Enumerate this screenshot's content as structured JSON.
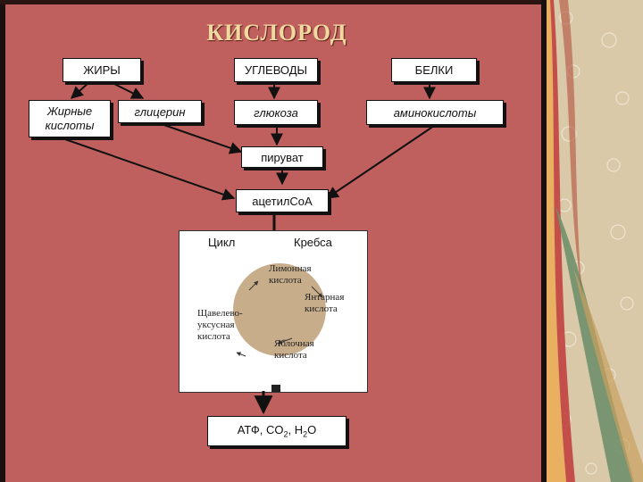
{
  "title": "КИСЛОРОД",
  "boxes": {
    "fats": "ЖИРЫ",
    "carbs": "УГЛЕВОДЫ",
    "proteins": "БЕЛКИ",
    "fatty_acids_1": "Жирные",
    "fatty_acids_2": "кислоты",
    "glycerol": "глицерин",
    "glucose": "глюкоза",
    "amino_acids": "аминокислоты",
    "pyruvate": "пируват",
    "acetyl_coa": "ацетилCоА",
    "products_prefix": "АТФ, CO",
    "products_sub1": "2",
    "products_mid": ", H",
    "products_sub2": "2",
    "products_suffix": "O"
  },
  "cycle": {
    "heading_left": "Цикл",
    "heading_right": "Кребса",
    "citric_1": "Лимонная",
    "citric_2": "кислота",
    "succinic_1": "Янтарная",
    "succinic_2": "кислота",
    "malic_1": "Яблочная",
    "malic_2": "кислота",
    "oxalo_1": "Щавелево-",
    "oxalo_2": "уксусная",
    "oxalo_3": "кислота"
  },
  "colors": {
    "background": "#c0605e",
    "title": "#f0d9a0",
    "cycle_circle": "#c8ad8a"
  }
}
